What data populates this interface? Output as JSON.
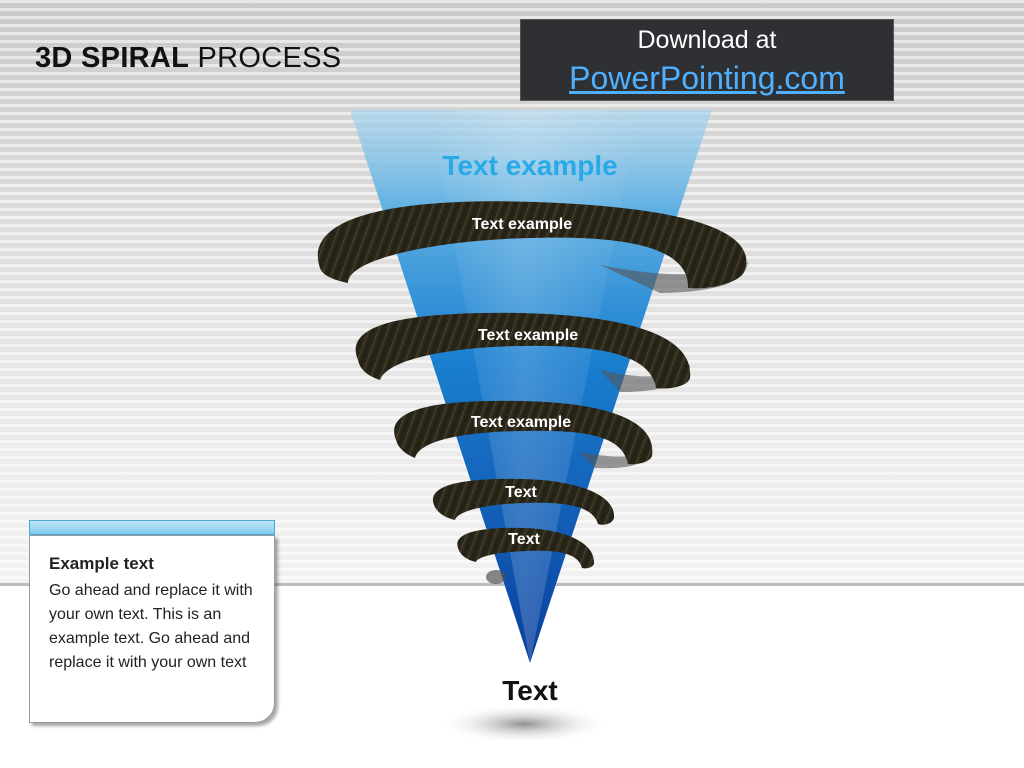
{
  "slide": {
    "title_bold": "3D SPIRAL",
    "title_rest": " PROCESS"
  },
  "download": {
    "line1": "Download at",
    "link": "PowerPointing.com"
  },
  "diagram": {
    "top_label": "Text example",
    "bands": [
      {
        "label": "Text example"
      },
      {
        "label": "Text example"
      },
      {
        "label": "Text example"
      },
      {
        "label": "Text"
      },
      {
        "label": "Text"
      }
    ],
    "bottom_label": "Text"
  },
  "note": {
    "title": "Example text",
    "body": "Go ahead and replace it with your own text. This is an example text. Go ahead and replace it with your own text"
  },
  "colors": {
    "cone_light": "#a9d4ee",
    "cone_mid": "#1a7fd0",
    "cone_dark": "#0a3f9e",
    "band": "#2b2718",
    "accent": "#29a9e6"
  }
}
